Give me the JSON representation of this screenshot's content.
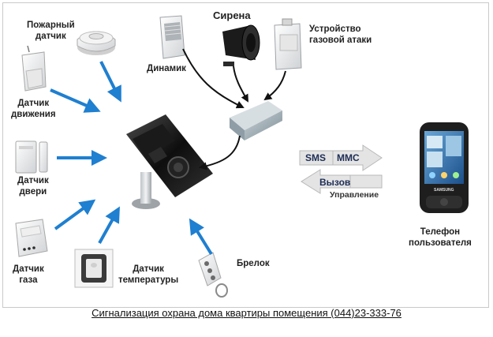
{
  "labels": {
    "smoke_detector": [
      "Пожарный",
      "датчик"
    ],
    "motion_sensor": [
      "Датчик",
      "движения"
    ],
    "door_sensor": [
      "Датчик",
      "двери"
    ],
    "gas_sensor": [
      "Датчик",
      "газа"
    ],
    "temperature_sensor": [
      "Датчик",
      "температуры"
    ],
    "speaker": "Динамик",
    "siren": "Сирена",
    "gas_attack_device": [
      "Устройство",
      "газовой атаки"
    ],
    "key_fob": "Брелок",
    "user_phone": [
      "Телефон",
      "пользователя"
    ]
  },
  "communication": {
    "sms": "SMS",
    "mms": "MMC",
    "call": "Вызов",
    "control": "Управление"
  },
  "phone_brand": "SAMSUNG",
  "footer_text": "Сигнализация охрана дома квартиры помещения (044)23-333-76",
  "colors": {
    "arrow_blue": "#1f7fd0",
    "pill_gray": "#d8d8d8",
    "pill_arrow": "#e4e4e4",
    "text_dark": "#222222"
  }
}
